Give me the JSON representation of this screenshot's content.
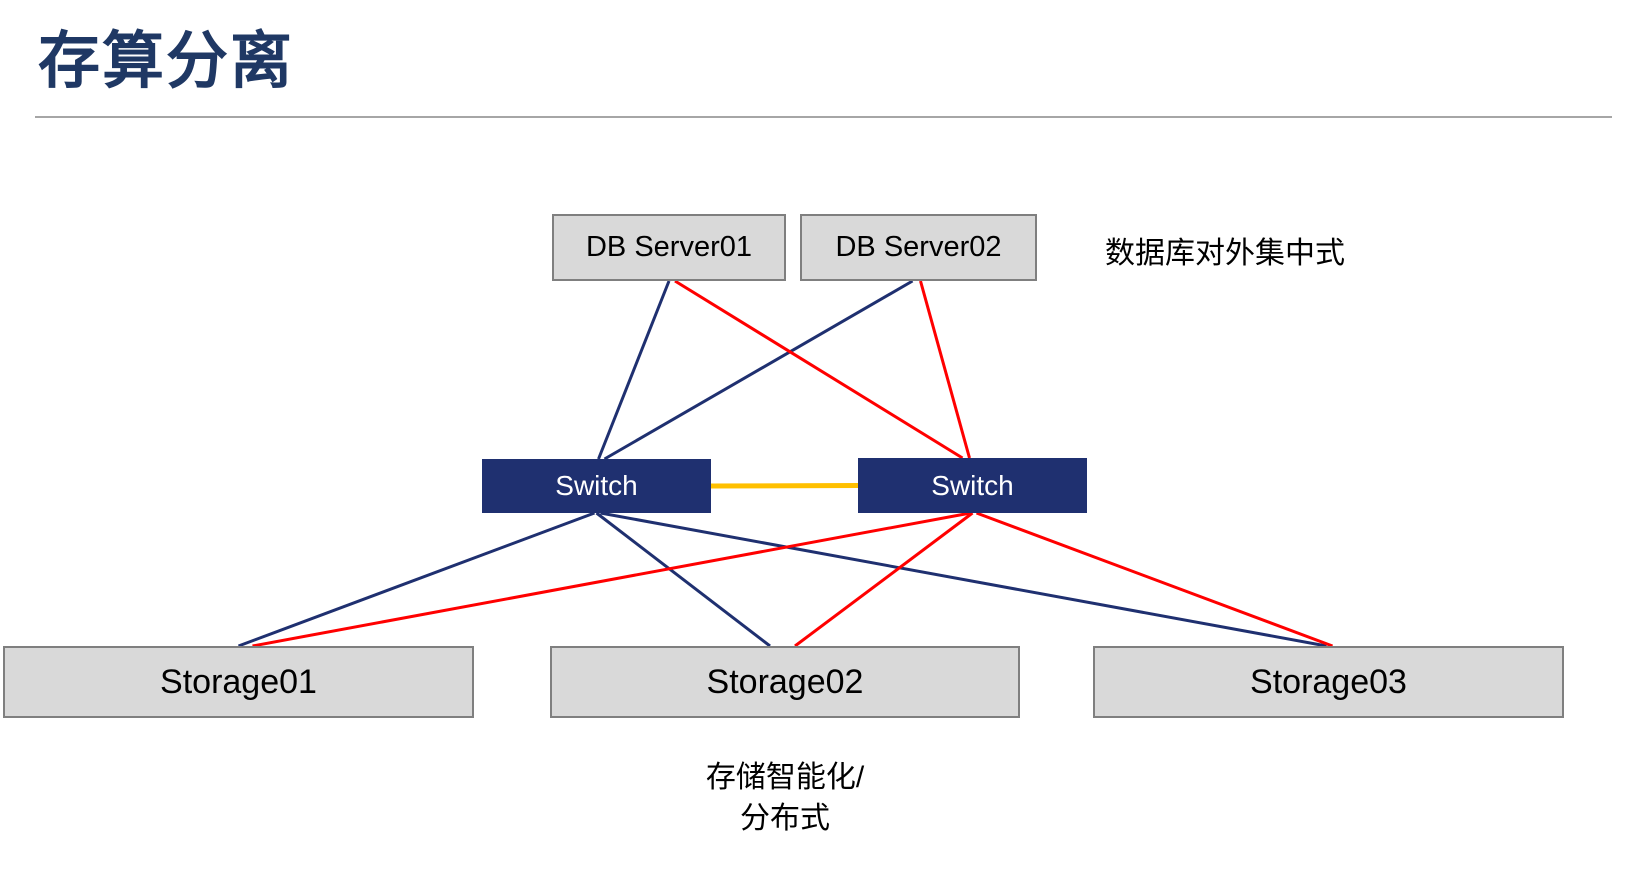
{
  "title": "存算分离",
  "annotations": {
    "top_right": "数据库对外集中式",
    "bottom": "存储智能化/\n分布式"
  },
  "nodes": {
    "db1": {
      "label": "DB Server01"
    },
    "db2": {
      "label": "DB Server02"
    },
    "switch_left": {
      "label": "Switch"
    },
    "switch_right": {
      "label": "Switch"
    },
    "storage1": {
      "label": "Storage01"
    },
    "storage2": {
      "label": "Storage02"
    },
    "storage3": {
      "label": "Storage03"
    }
  },
  "colors": {
    "title": "#1f3864",
    "node_fill_light": "#d9d9d9",
    "node_border_light": "#7f7f7f",
    "node_fill_dark": "#1f3070",
    "edge_blue": "#1f3070",
    "edge_red": "#ff0000",
    "edge_orange": "#ffc000",
    "divider": "#a6a6a6"
  },
  "edges": [
    {
      "from": "db1",
      "from_side": "bottom",
      "from_dx": 0,
      "to": "switch_left",
      "to_side": "top",
      "to_dx": 2,
      "color": "#1f3070",
      "width": 3
    },
    {
      "from": "db2",
      "from_side": "bottom",
      "from_dx": -6,
      "to": "switch_left",
      "to_side": "top",
      "to_dx": 8,
      "color": "#1f3070",
      "width": 3
    },
    {
      "from": "db1",
      "from_side": "bottom",
      "from_dx": 6,
      "to": "switch_right",
      "to_side": "top",
      "to_dx": -10,
      "color": "#ff0000",
      "width": 3
    },
    {
      "from": "db2",
      "from_side": "bottom",
      "from_dx": 2,
      "to": "switch_right",
      "to_side": "top",
      "to_dx": -3,
      "color": "#ff0000",
      "width": 3
    },
    {
      "from": "switch_left",
      "from_side": "right",
      "from_dx": 0,
      "to": "switch_right",
      "to_side": "left",
      "to_dx": 0,
      "color": "#ffc000",
      "width": 5
    },
    {
      "from": "switch_left",
      "from_side": "bottom",
      "from_dx": -2,
      "to": "storage1",
      "to_side": "top",
      "to_dx": 0,
      "color": "#1f3070",
      "width": 3
    },
    {
      "from": "switch_left",
      "from_side": "bottom",
      "from_dx": 0,
      "to": "storage2",
      "to_side": "top",
      "to_dx": -15,
      "color": "#1f3070",
      "width": 3
    },
    {
      "from": "switch_left",
      "from_side": "bottom",
      "from_dx": 4,
      "to": "storage3",
      "to_side": "top",
      "to_dx": -2,
      "color": "#1f3070",
      "width": 3
    },
    {
      "from": "switch_right",
      "from_side": "bottom",
      "from_dx": -2,
      "to": "storage1",
      "to_side": "top",
      "to_dx": 14,
      "color": "#ff0000",
      "width": 3
    },
    {
      "from": "switch_right",
      "from_side": "bottom",
      "from_dx": 0,
      "to": "storage2",
      "to_side": "top",
      "to_dx": 10,
      "color": "#ff0000",
      "width": 3
    },
    {
      "from": "switch_right",
      "from_side": "bottom",
      "from_dx": 4,
      "to": "storage3",
      "to_side": "top",
      "to_dx": 4,
      "color": "#ff0000",
      "width": 3
    }
  ]
}
